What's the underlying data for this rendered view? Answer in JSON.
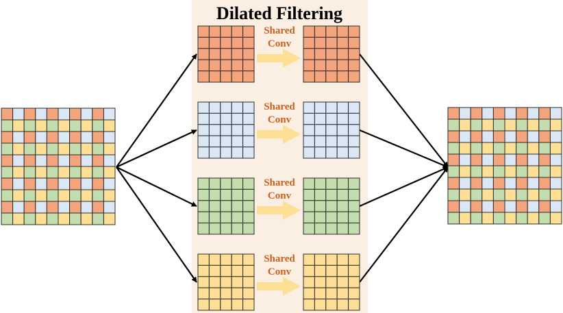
{
  "title": "Dilated Filtering",
  "conv_label_line1": "Shared",
  "conv_label_line2": "Conv",
  "colors": {
    "panel_bg": "#fbeee3",
    "orange": "#f4a57d",
    "blue": "#dbe7f5",
    "green": "#c3ddae",
    "yellow": "#fde096",
    "grid_line": "#2b2b2b",
    "arrow_fill": "#fde096",
    "label": "#c8611e",
    "edge": "#000000"
  },
  "input_grid": {
    "rows": 10,
    "cols": 10,
    "pattern": [
      [
        "orange",
        "blue"
      ],
      [
        "green",
        "yellow"
      ]
    ]
  },
  "output_grid": {
    "rows": 10,
    "cols": 10,
    "pattern": [
      [
        "orange",
        "blue"
      ],
      [
        "green",
        "yellow"
      ]
    ]
  },
  "branches": [
    {
      "name": "orange",
      "color": "orange",
      "rows": 5,
      "cols": 5
    },
    {
      "name": "blue",
      "color": "blue",
      "rows": 5,
      "cols": 5
    },
    {
      "name": "green",
      "color": "green",
      "rows": 5,
      "cols": 5
    },
    {
      "name": "yellow",
      "color": "yellow",
      "rows": 5,
      "cols": 5
    }
  ]
}
